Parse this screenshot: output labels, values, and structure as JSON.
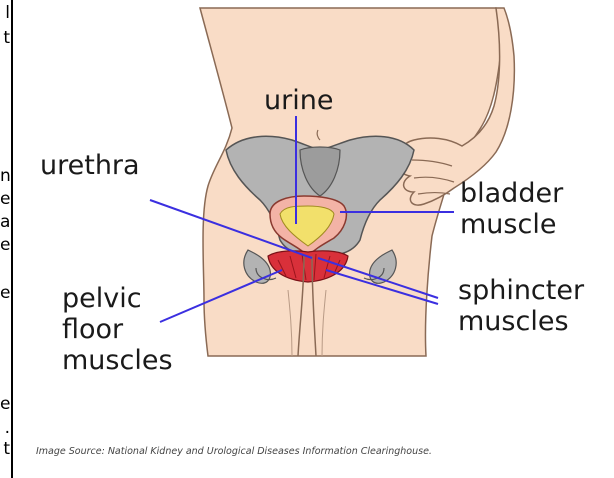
{
  "edge_fragments": [
    "l",
    "t",
    "n",
    "e",
    "a",
    "e",
    "e",
    "e",
    ".",
    "t"
  ],
  "labels": {
    "urine": "urine",
    "urethra": "urethra",
    "bladder_muscle": "bladder\nmuscle",
    "pelvic_floor_muscles": "pelvic\nfloor\nmuscles",
    "sphincter_muscles": "sphincter\nmuscles"
  },
  "source_note": "Image Source: National Kidney and Urological Diseases Information Clearinghouse.",
  "colors": {
    "skin": "#f9dcc6",
    "skin_outline": "#8a6a55",
    "pelvis": "#b3b3b3",
    "pelvis_outline": "#555555",
    "bladder_wall": "#f3b3a6",
    "urine": "#f2e06b",
    "pelvic_floor": "#d9303a",
    "pointer": "#3b2fe0"
  }
}
